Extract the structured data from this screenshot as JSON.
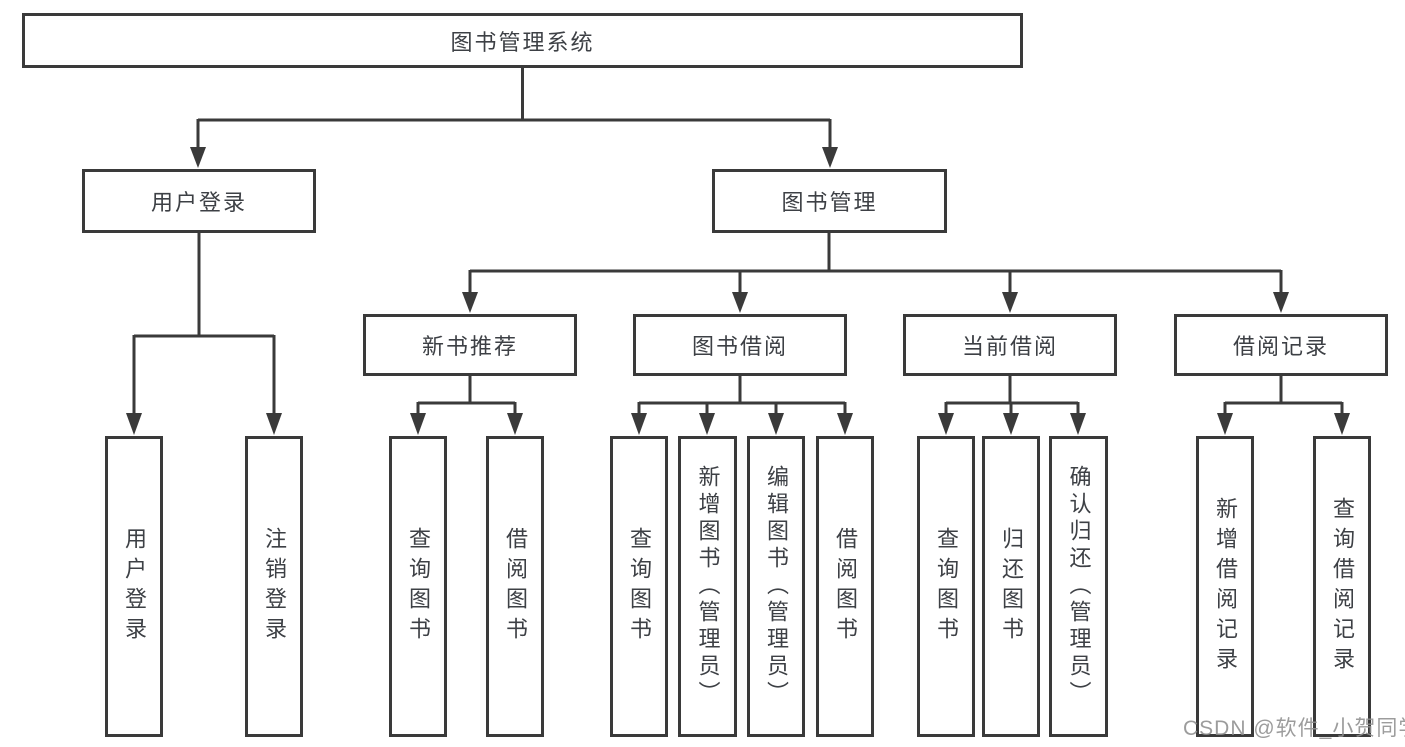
{
  "diagram": {
    "root": {
      "label": "图书管理系统"
    },
    "branches": [
      {
        "label": "用户登录",
        "children": [
          {
            "label": "用户登录"
          },
          {
            "label": "注销登录"
          }
        ]
      },
      {
        "label": "图书管理",
        "sections": [
          {
            "label": "新书推荐",
            "children": [
              {
                "label": "查询图书"
              },
              {
                "label": "借阅图书"
              }
            ]
          },
          {
            "label": "图书借阅",
            "children": [
              {
                "label": "查询图书"
              },
              {
                "label": "新增图书（管理员）"
              },
              {
                "label": "编辑图书（管理员）"
              },
              {
                "label": "借阅图书"
              }
            ]
          },
          {
            "label": "当前借阅",
            "children": [
              {
                "label": "查询图书"
              },
              {
                "label": "归还图书"
              },
              {
                "label": "确认归还（管理员）"
              }
            ]
          },
          {
            "label": "借阅记录",
            "children": [
              {
                "label": "新增借阅记录"
              },
              {
                "label": "查询借阅记录"
              }
            ]
          }
        ]
      }
    ]
  },
  "watermark": {
    "text": "CSDN @软件_小贺同学"
  },
  "colors": {
    "line": "#3a3a3a",
    "text": "#3d4045",
    "background": "#ffffff",
    "watermark": "#8f8f8f"
  }
}
